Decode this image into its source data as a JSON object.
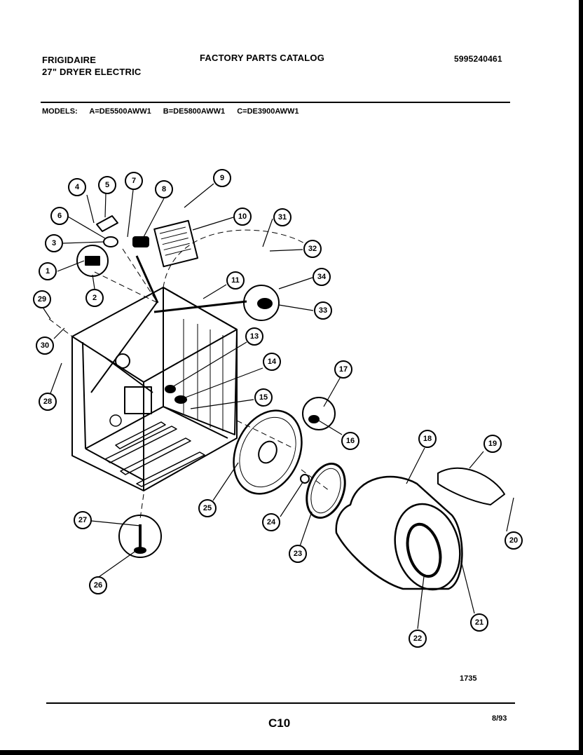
{
  "header": {
    "brand": "FRIGIDAIRE",
    "product": "27\" DRYER ELECTRIC",
    "catalog_title": "FACTORY PARTS CATALOG",
    "part_number": "5995240461"
  },
  "models": {
    "label": "MODELS:",
    "a": "A=DE5500AWW1",
    "b": "B=DE5800AWW1",
    "c": "C=DE3900AWW1"
  },
  "callouts": [
    "1",
    "2",
    "3",
    "4",
    "5",
    "6",
    "7",
    "8",
    "9",
    "10",
    "11",
    "13",
    "14",
    "15",
    "16",
    "17",
    "18",
    "19",
    "20",
    "21",
    "22",
    "23",
    "24",
    "25",
    "26",
    "27",
    "28",
    "29",
    "30",
    "31",
    "32",
    "33",
    "34"
  ],
  "footer": {
    "figure_number": "1735",
    "page": "C10",
    "date": "8/93"
  }
}
